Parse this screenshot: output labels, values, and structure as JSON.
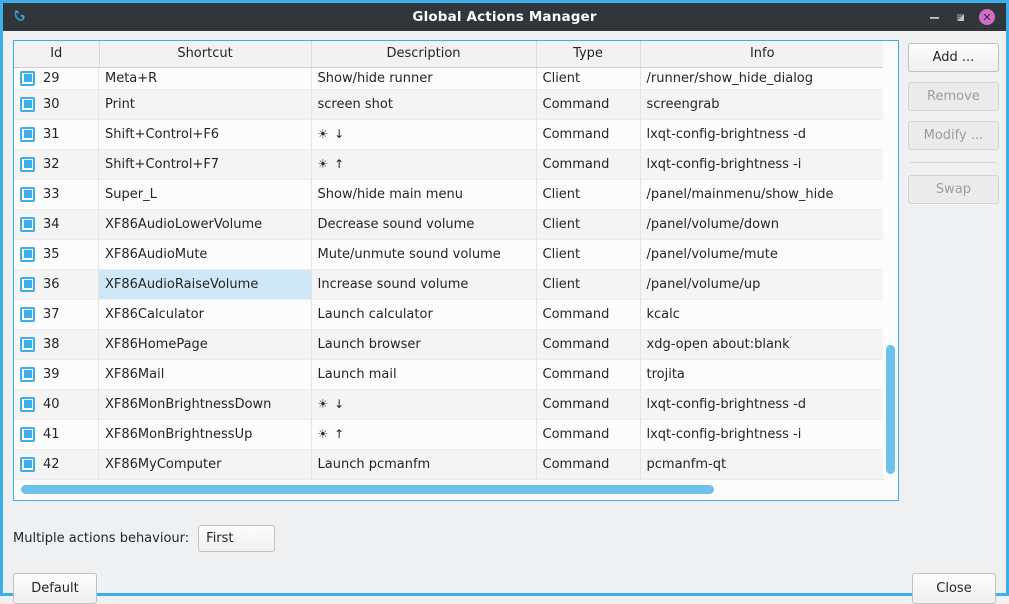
{
  "window": {
    "title": "Global Actions Manager",
    "app_icon": "lxqt-globalkeys-icon",
    "controls": {
      "minimize": "–",
      "maximize": "◥",
      "close": "✕"
    }
  },
  "table": {
    "columns": [
      "Id",
      "Shortcut",
      "Description",
      "Type",
      "Info"
    ],
    "sort_indicator": "ⱟ",
    "rows": [
      {
        "id": "29",
        "shortcut": "Meta+R",
        "description": "Show/hide runner",
        "type": "Client",
        "info": "/runner/show_hide_dialog",
        "checked": true,
        "selected": false
      },
      {
        "id": "30",
        "shortcut": "Print",
        "description": "screen shot",
        "type": "Command",
        "info": "screengrab",
        "checked": true,
        "selected": false
      },
      {
        "id": "31",
        "shortcut": "Shift+Control+F6",
        "description": "☀ ↓",
        "type": "Command",
        "info": "lxqt-config-brightness -d",
        "checked": true,
        "selected": false
      },
      {
        "id": "32",
        "shortcut": "Shift+Control+F7",
        "description": "☀ ↑",
        "type": "Command",
        "info": "lxqt-config-brightness -i",
        "checked": true,
        "selected": false
      },
      {
        "id": "33",
        "shortcut": "Super_L",
        "description": "Show/hide main menu",
        "type": "Client",
        "info": "/panel/mainmenu/show_hide",
        "checked": true,
        "selected": false
      },
      {
        "id": "34",
        "shortcut": "XF86AudioLowerVolume",
        "description": "Decrease sound volume",
        "type": "Client",
        "info": "/panel/volume/down",
        "checked": true,
        "selected": false
      },
      {
        "id": "35",
        "shortcut": "XF86AudioMute",
        "description": "Mute/unmute sound volume",
        "type": "Client",
        "info": "/panel/volume/mute",
        "checked": true,
        "selected": false
      },
      {
        "id": "36",
        "shortcut": "XF86AudioRaiseVolume",
        "description": "Increase sound volume",
        "type": "Client",
        "info": "/panel/volume/up",
        "checked": true,
        "selected": true
      },
      {
        "id": "37",
        "shortcut": "XF86Calculator",
        "description": "Launch calculator",
        "type": "Command",
        "info": "kcalc",
        "checked": true,
        "selected": false
      },
      {
        "id": "38",
        "shortcut": "XF86HomePage",
        "description": "Launch browser",
        "type": "Command",
        "info": "xdg-open about:blank",
        "checked": true,
        "selected": false
      },
      {
        "id": "39",
        "shortcut": "XF86Mail",
        "description": "Launch mail",
        "type": "Command",
        "info": "trojita",
        "checked": true,
        "selected": false
      },
      {
        "id": "40",
        "shortcut": "XF86MonBrightnessDown",
        "description": "☀ ↓",
        "type": "Command",
        "info": "lxqt-config-brightness -d",
        "checked": true,
        "selected": false
      },
      {
        "id": "41",
        "shortcut": "XF86MonBrightnessUp",
        "description": "☀ ↑",
        "type": "Command",
        "info": "lxqt-config-brightness -i",
        "checked": true,
        "selected": false
      },
      {
        "id": "42",
        "shortcut": "XF86MyComputer",
        "description": "Launch pcmanfm",
        "type": "Command",
        "info": "pcmanfm-qt",
        "checked": true,
        "selected": false
      }
    ]
  },
  "side_buttons": [
    {
      "label": "Add ...",
      "enabled": true
    },
    {
      "label": "Remove",
      "enabled": false
    },
    {
      "label": "Modify ...",
      "enabled": false
    },
    {
      "label": "Swap",
      "enabled": false
    }
  ],
  "behaviour": {
    "label": "Multiple actions behaviour:",
    "value": "First",
    "chevron": "ⱟ"
  },
  "footer": {
    "default_label": "Default",
    "close_label": "Close"
  },
  "colors": {
    "titlebar_bg": "#31363b",
    "accent": "#3daee9",
    "selection": "#cfe8f7",
    "close_button": "#d06ec7",
    "scrollbar_thumb": "#6ec1ea"
  }
}
